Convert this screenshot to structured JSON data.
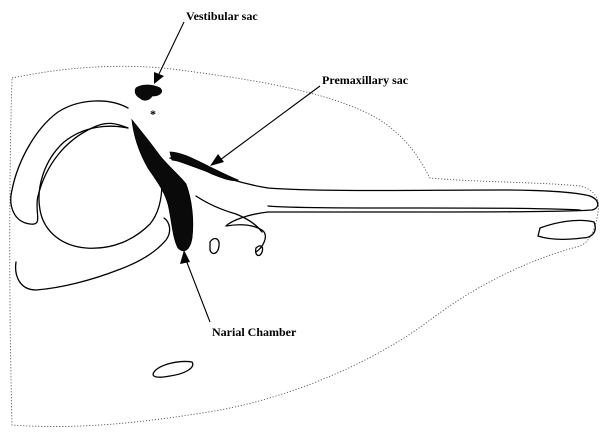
{
  "labels": {
    "vestibular_sac": "Vestibular sac",
    "premaxillary_sac": "Premaxillary sac",
    "narial_chamber": "Narial Chamber",
    "asterisk": "*"
  }
}
